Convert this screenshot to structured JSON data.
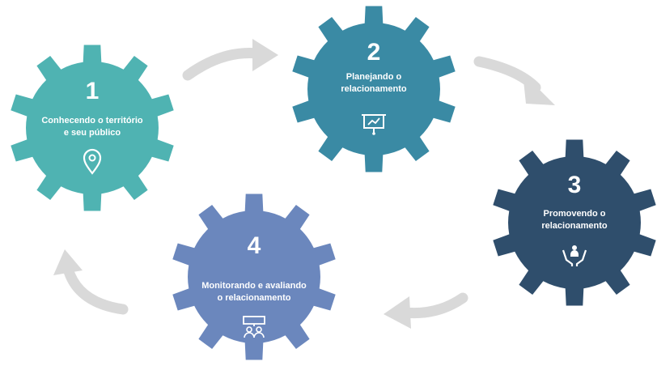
{
  "steps": [
    {
      "number": "1",
      "line1": "Conhecendo o território",
      "line2": "e seu público",
      "color": "#4fb3b2",
      "icon": "location-pin-icon"
    },
    {
      "number": "2",
      "line1": "Planejando o",
      "line2": "relacionamento",
      "color": "#3a8aa4",
      "icon": "presentation-board-icon"
    },
    {
      "number": "3",
      "line1": "Promovendo o",
      "line2": "relacionamento",
      "color": "#2f4e6c",
      "icon": "hands-people-icon"
    },
    {
      "number": "4",
      "line1": "Monitorando e avaliando",
      "line2": "o relacionamento",
      "color": "#6b87bd",
      "icon": "meeting-group-icon"
    }
  ],
  "arrow_color": "#d9d9d9"
}
